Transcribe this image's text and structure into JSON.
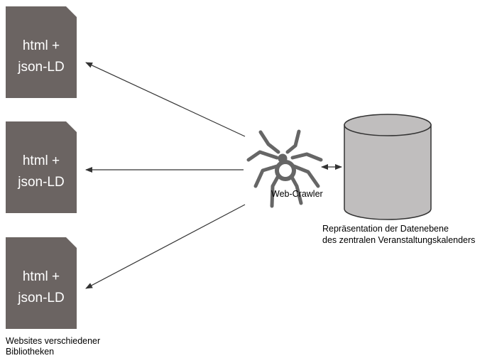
{
  "documents": [
    {
      "line1": "html +",
      "line2": "json-LD"
    },
    {
      "line1": "html +",
      "line2": "json-LD"
    },
    {
      "line1": "html +",
      "line2": "json-LD"
    }
  ],
  "documents_caption": {
    "line1": "Websites verschiedener",
    "line2": "Bibliotheken"
  },
  "crawler": {
    "label": "Web-Crawler",
    "icon": "spider-icon"
  },
  "database": {
    "icon": "database-cylinder-icon",
    "caption_line1": "Repräsentation der Datenebene",
    "caption_line2": "des zentralen Veranstaltungskalenders"
  },
  "colors": {
    "document_fill": "#6b6462",
    "document_text": "#ffffff",
    "spider": "#666666",
    "cylinder_fill": "#c0bebe",
    "cylinder_stroke": "#333333",
    "arrow": "#333333"
  }
}
